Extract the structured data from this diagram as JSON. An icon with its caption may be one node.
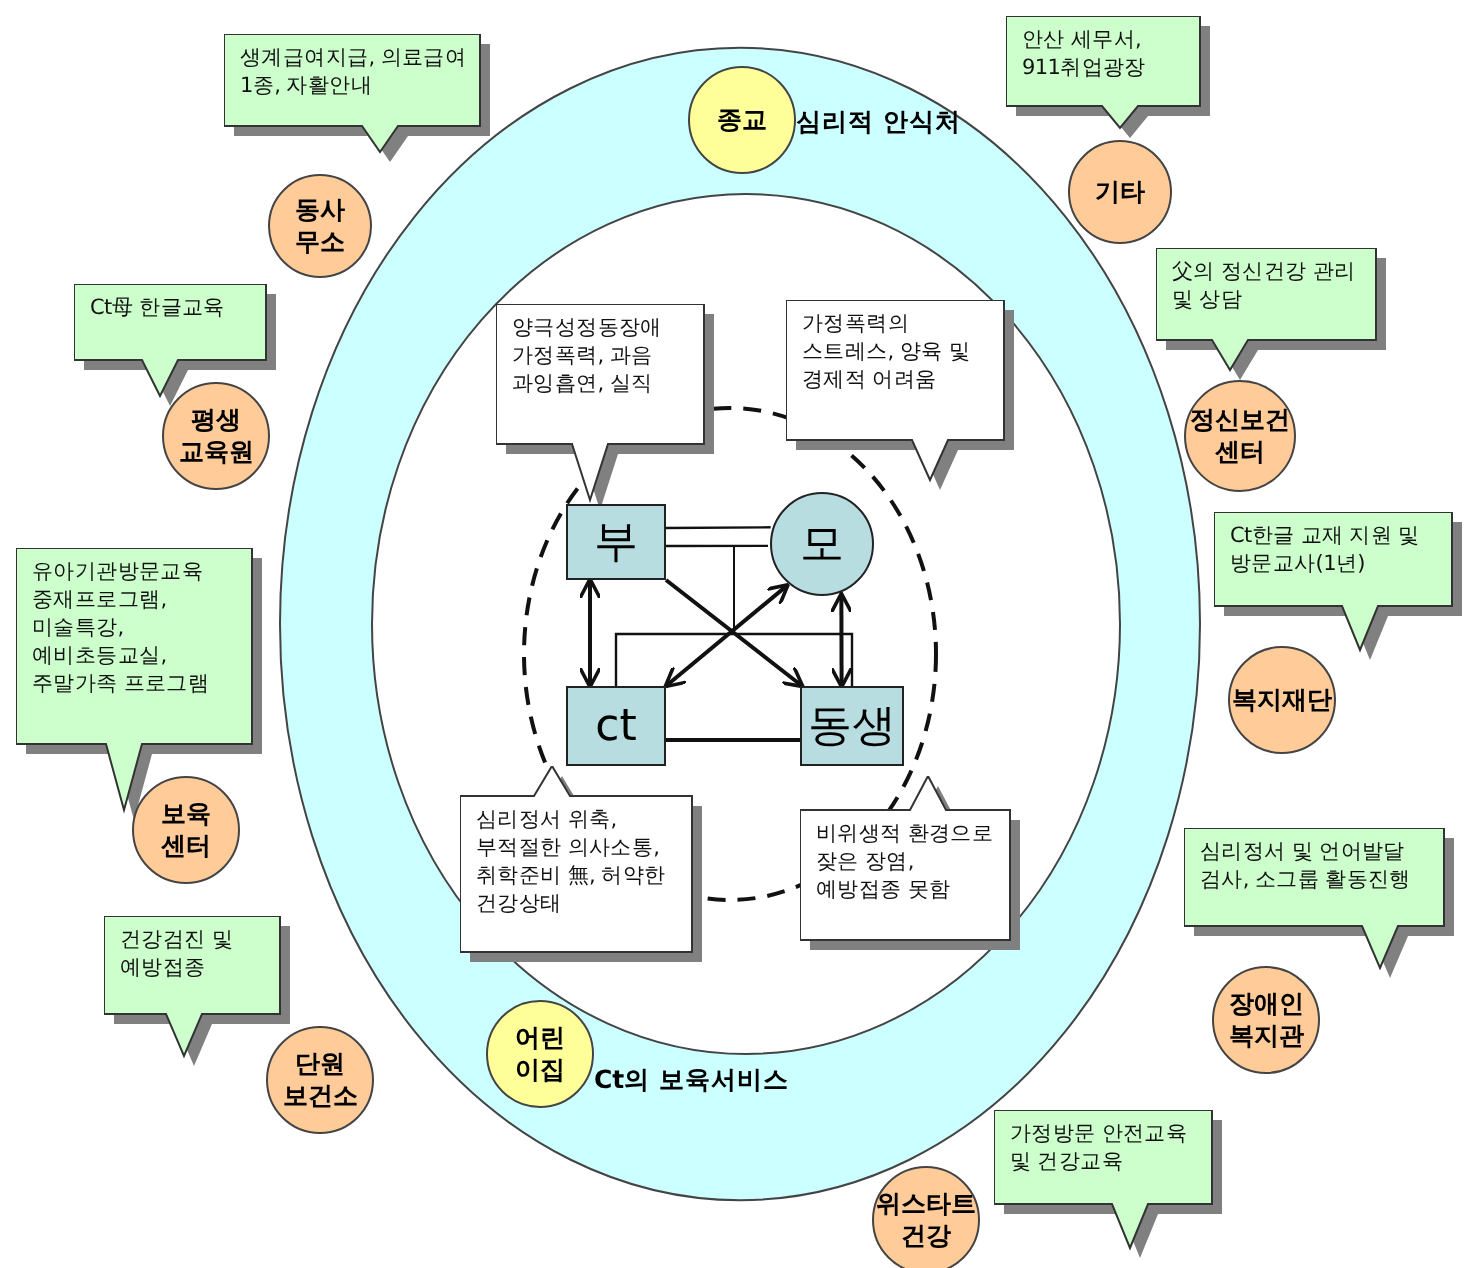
{
  "diagram": {
    "nodes": [
      {
        "text": [
          "생계급여지급, 의료급여 1종, 자활안내"
        ]
      },
      {
        "text": [
          "동사 무소"
        ]
      },
      {
        "text": [
          "안산 세무서, 911취업광장"
        ]
      },
      {
        "text": [
          "기타"
        ]
      },
      {
        "text": [
          "종교"
        ],
        "beside": [
          "심리적 안식처"
        ]
      },
      {
        "text": [
          "Ct母 한글교육"
        ]
      },
      {
        "text": [
          "평생 교육원"
        ]
      },
      {
        "text": [
          "父의 정신건강 관리 및 상담"
        ]
      },
      {
        "text": [
          "정신보건 센터"
        ]
      },
      {
        "text": [
          "양극성정동장애 가정폭력, 과음 과잉흡연, 실직"
        ]
      },
      {
        "text": [
          "가정폭력의 스트레스, 양육 및 경제적 어려움"
        ]
      },
      {
        "text": [
          "부"
        ]
      },
      {
        "text": [
          "모"
        ]
      },
      {
        "text": [
          "Ct한글 교재 지원 및 방문교사(1년)"
        ]
      },
      {
        "text": [
          "복지재단"
        ]
      },
      {
        "text": [
          "유아기관방문교육 중재프로그램, 미술특강,예비초등교실,주말가족 프로그램"
        ]
      },
      {
        "text": [
          "ct"
        ]
      },
      {
        "text": [
          "동생"
        ]
      },
      {
        "text": [
          "보육 센터"
        ]
      },
      {
        "text": [
          "심리정서 위축, 부적절한 의사소통, 취학준비 無, 허약한 건강상태"
        ]
      },
      {
        "text": [
          "비위생적 환경으로 잦은 장염, 예방접종 못함"
        ]
      },
      {
        "text": [
          "심리정서 및 언어발달 검사, 소그룹 활동진행"
        ]
      },
      {
        "text": [
          "장애인 복지관"
        ]
      },
      {
        "text": [
          "건강검진 및 예방접종"
        ]
      },
      {
        "text": [
          "단원 보건소"
        ]
      },
      {
        "text": [
          "어린이집"
        ],
        "beside": [
          "Ct의 보육서비스"
        ]
      },
      {
        "text": [
          "가정방문 안전교육 및 건강교육"
        ]
      },
      {
        "text": [
          "위스타트 건강"
        ]
      }
    ],
    "edges": [
      {
        "from": 11,
        "to": 12,
        "arrow": "none"
      },
      {
        "from": 11,
        "to": 12,
        "arrow": "none"
      },
      {
        "from": 11,
        "to": 17,
        "arrow": "to"
      },
      {
        "from": 16,
        "to": 12,
        "arrow": "both"
      },
      {
        "from": 11,
        "to": 16,
        "arrow": "both"
      },
      {
        "from": 12,
        "to": 17,
        "arrow": "both"
      },
      {
        "from": 16,
        "to": 17,
        "arrow": "none"
      },
      {
        "from": 16,
        "to": 17,
        "arrow": "none"
      }
    ]
  }
}
